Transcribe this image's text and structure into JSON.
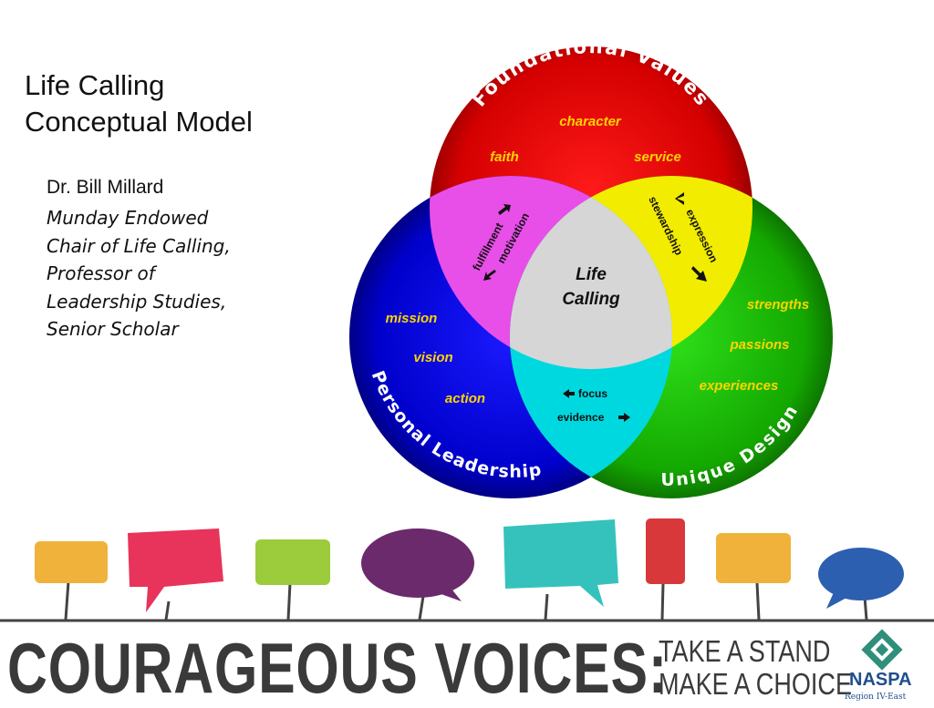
{
  "title": {
    "line1": "Life Calling",
    "line2": "Conceptual Model"
  },
  "author": {
    "name": "Dr. Bill Millard",
    "affiliation_lines": [
      "Munday Endowed",
      "Chair of Life Calling,",
      "Professor of",
      "Leadership Studies,",
      "Senior Scholar"
    ]
  },
  "diagram": {
    "circles": [
      {
        "name": "Foundational Values",
        "color": "#d90000",
        "items": [
          "character",
          "faith",
          "service"
        ]
      },
      {
        "name": "Personal Leadership",
        "color": "#0000d8",
        "items": [
          "mission",
          "vision",
          "action"
        ]
      },
      {
        "name": "Unique Design",
        "color": "#1fb800",
        "items": [
          "strengths",
          "passions",
          "experiences"
        ]
      }
    ],
    "overlaps": {
      "values_leadership": {
        "color": "#e84ee8",
        "items": [
          "fulfillment",
          "motivation"
        ]
      },
      "values_design": {
        "color": "#f2ec00",
        "items": [
          "stewardship",
          "expression"
        ]
      },
      "leadership_design": {
        "color": "#00d8e0",
        "items": [
          "focus",
          "evidence"
        ]
      }
    },
    "center": {
      "lines": [
        "Life",
        "Calling"
      ],
      "color": "#d9d9d9"
    }
  },
  "banner": {
    "headline": "COURAGEOUS VOICES:",
    "tagline": [
      "TAKE A STAND",
      "MAKE A CHOICE"
    ],
    "logo_text": "NASPA",
    "region_text": "Region IV-East",
    "bubble_colors": [
      "#f0b23a",
      "#e8335a",
      "#9ccb3b",
      "#6b2a6b",
      "#35c2bd",
      "#d9383b",
      "#f0b23a",
      "#2d5fb0"
    ]
  }
}
